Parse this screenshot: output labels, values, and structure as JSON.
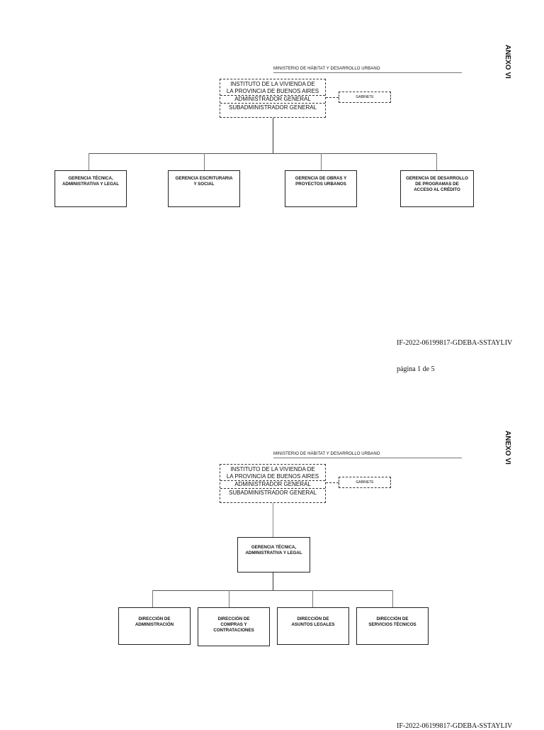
{
  "page1": {
    "annex": "ANEXO VI",
    "ministry": "MINISTERIO DE HÁBITAT Y DESARROLLO URBANO",
    "institute_line1": "INSTITUTO DE LA VIVIENDA DE",
    "institute_line2": "LA PROVINCIA DE BUENOS AIRES",
    "admin_general": "ADMINISTRADOR GENERAL",
    "subadmin_general": "SUBADMINISTRADOR GENERAL",
    "cabinet": "GABINETE",
    "units": [
      "GERENCIA TÉCNICA,\nADMINISTRATIVA Y LEGAL",
      "GERENCIA ESCRITURARIA\nY SOCIAL",
      "GERENCIA DE OBRAS Y\nPROYECTOS URBANOS",
      "GERENCIA DE DESARROLLO\nDE PROGRAMAS DE\nACCESO AL CRÉDITO"
    ],
    "doc_ref": "IF-2022-06199817-GDEBA-SSTAYLIV",
    "page_num": "página 1 de 5"
  },
  "page2": {
    "annex": "ANEXO VI",
    "ministry": "MINISTERIO DE HÁBITAT Y DESARROLLO URBANO",
    "institute_line1": "INSTITUTO DE LA VIVIENDA DE",
    "institute_line2": "LA PROVINCIA DE BUENOS AIRES",
    "admin_general": "ADMINISTRADOR GENERAL",
    "subadmin_general": "SUBADMINISTRADOR GENERAL",
    "cabinet": "GABINETE",
    "management": "GERENCIA TÉCNICA,\nADMINISTRATIVA Y LEGAL",
    "units": [
      "DIRECCIÓN DE\nADMINISTRACIÓN",
      "DIRECCIÓN DE\nCOMPRAS Y\nCONTRATACIONES",
      "DIRECCIÓN DE\nASUNTOS LEGALES",
      "DIRECCIÓN DE\nSERVICIOS TÉCNICOS"
    ],
    "doc_ref_cut": "IF-2022-06199817-GDEBA-SSTAYLIV"
  }
}
